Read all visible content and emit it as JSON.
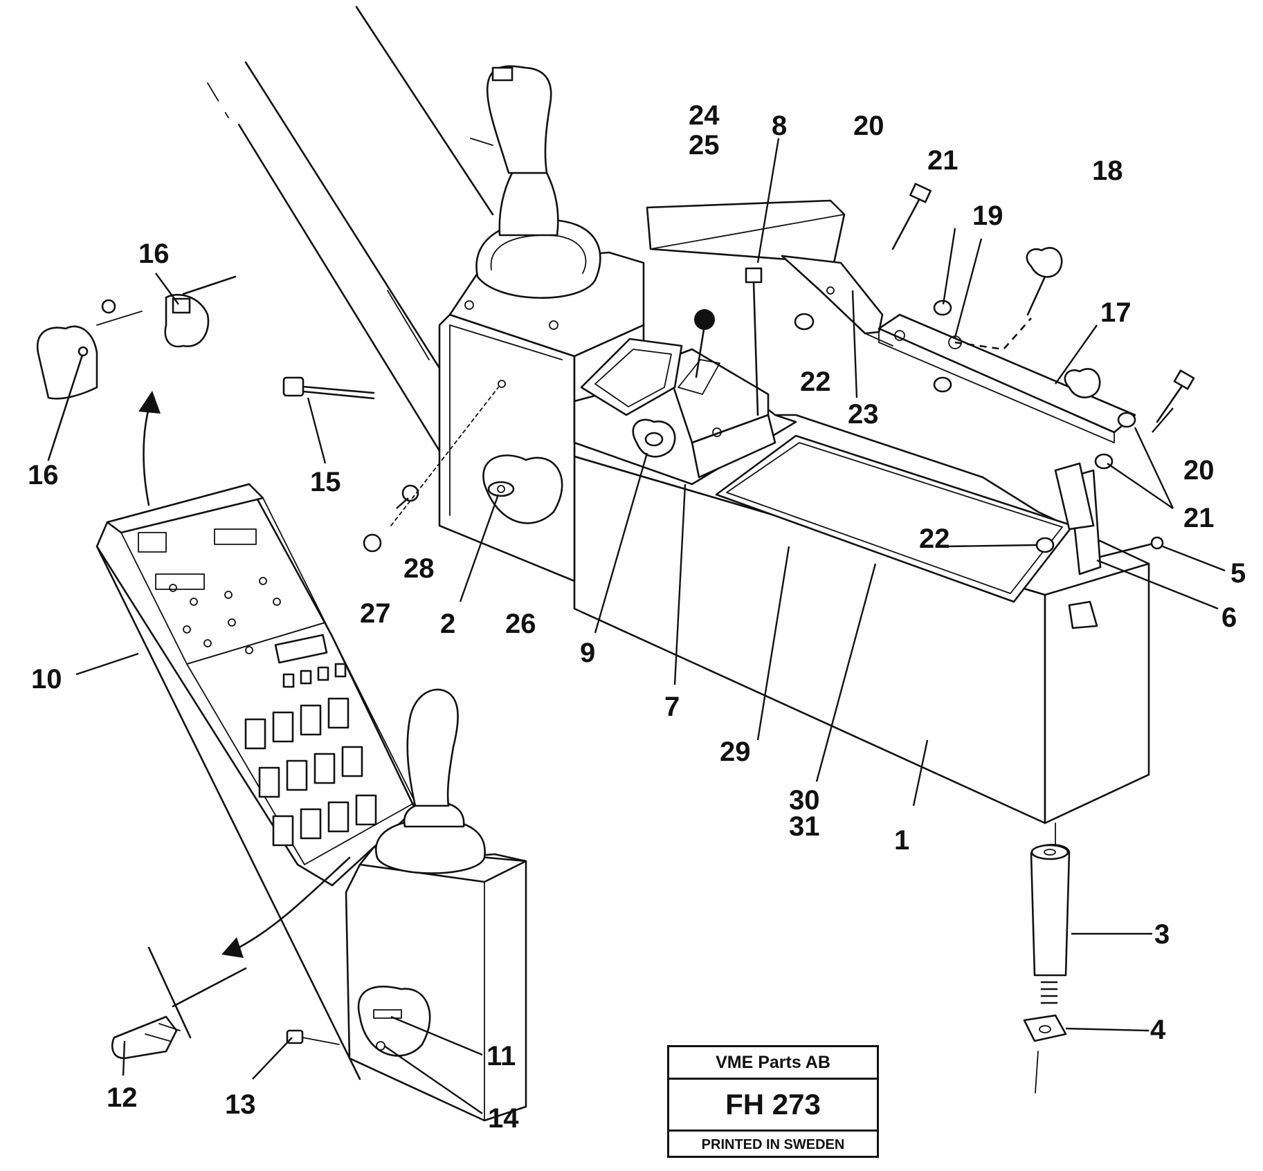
{
  "diagram": {
    "callouts": {
      "c1": "1",
      "c2": "2",
      "c3": "3",
      "c4": "4",
      "c5": "5",
      "c6": "6",
      "c7": "7",
      "c8": "8",
      "c9": "9",
      "c10": "10",
      "c11": "11",
      "c12": "12",
      "c13": "13",
      "c14": "14",
      "c15": "15",
      "c16a": "16",
      "c16b": "16",
      "c17": "17",
      "c18": "18",
      "c19": "19",
      "c20a": "20",
      "c20b": "20",
      "c21a": "21",
      "c21b": "21",
      "c22a": "22",
      "c22b": "22",
      "c23": "23",
      "c24": "24",
      "c25": "25",
      "c26": "26",
      "c27": "27",
      "c28": "28",
      "c29": "29",
      "c30": "30",
      "c31": "31"
    }
  },
  "stamp": {
    "company": "VME Parts AB",
    "code": "FH 273",
    "printed": "PRINTED IN SWEDEN"
  }
}
